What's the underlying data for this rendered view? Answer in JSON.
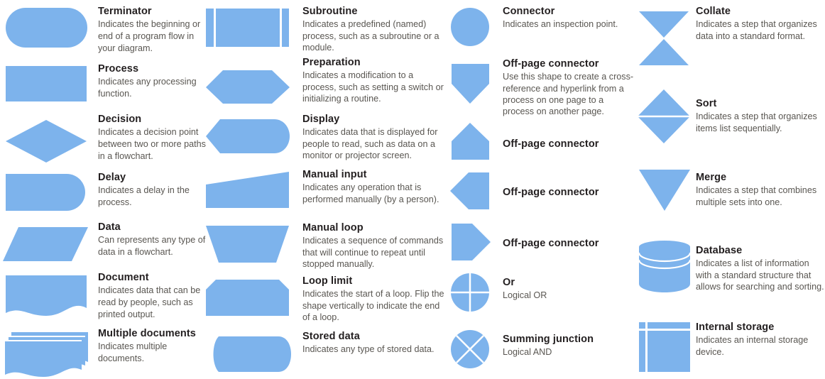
{
  "theme": {
    "shape_fill": "#7db3ec",
    "title_color": "#231f20",
    "description_color": "#595651",
    "background": "#ffffff"
  },
  "columns": [
    {
      "name": "column-1",
      "entries": [
        {
          "shape": "terminator",
          "title": "Terminator",
          "description": "Indicates the beginning or end of a program flow in your diagram."
        },
        {
          "shape": "process",
          "title": "Process",
          "description": "Indicates any processing function."
        },
        {
          "shape": "decision",
          "title": "Decision",
          "description": "Indicates a decision point between two or more paths in a flowchart."
        },
        {
          "shape": "delay",
          "title": "Delay",
          "description": "Indicates a delay in the process."
        },
        {
          "shape": "data",
          "title": "Data",
          "description": "Can represents any type of data in a flowchart."
        },
        {
          "shape": "document",
          "title": "Document",
          "description": "Indicates data that can be read by people, such as printed output."
        },
        {
          "shape": "multiple-documents",
          "title": "Multiple documents",
          "description": "Indicates multiple documents."
        }
      ]
    },
    {
      "name": "column-2",
      "entries": [
        {
          "shape": "subroutine",
          "title": "Subroutine",
          "description": "Indicates a predefined (named) process, such as a subroutine or a module."
        },
        {
          "shape": "preparation",
          "title": "Preparation",
          "description": "Indicates a modification to a process, such as setting a switch or initializing a routine."
        },
        {
          "shape": "display",
          "title": "Display",
          "description": "Indicates data that is displayed for people to read, such as data on a monitor or projector screen."
        },
        {
          "shape": "manual-input",
          "title": "Manual input",
          "description": "Indicates any operation that is performed manually (by a person)."
        },
        {
          "shape": "manual-loop",
          "title": "Manual loop",
          "description": "Indicates a sequence of commands that will continue to repeat until stopped manually."
        },
        {
          "shape": "loop-limit",
          "title": "Loop limit",
          "description": "Indicates the start of a loop. Flip the shape vertically to indicate the end of a loop."
        },
        {
          "shape": "stored-data",
          "title": "Stored data",
          "description": "Indicates any type of stored data."
        }
      ]
    },
    {
      "name": "column-3",
      "entries": [
        {
          "shape": "connector",
          "title": "Connector",
          "description": "Indicates an inspection point."
        },
        {
          "shape": "off-page-connector-down",
          "title": "Off-page connector",
          "description": "Use this shape to create a cross-reference and hyperlink from a process on one page to a process on another page."
        },
        {
          "shape": "off-page-connector-up",
          "title": "Off-page connector",
          "description": ""
        },
        {
          "shape": "off-page-connector-left",
          "title": "Off-page connector",
          "description": ""
        },
        {
          "shape": "off-page-connector-right",
          "title": "Off-page connector",
          "description": ""
        },
        {
          "shape": "or",
          "title": "Or",
          "description": "Logical OR"
        },
        {
          "shape": "summing-junction",
          "title": "Summing junction",
          "description": "Logical AND"
        }
      ]
    },
    {
      "name": "column-4",
      "entries": [
        {
          "shape": "collate",
          "title": "Collate",
          "description": "Indicates a step that organizes data into a standard format."
        },
        {
          "shape": "sort",
          "title": "Sort",
          "description": "Indicates a step that organizes items list sequentially."
        },
        {
          "shape": "merge",
          "title": "Merge",
          "description": "Indicates a step that combines multiple sets into one."
        },
        {
          "shape": "database",
          "title": "Database",
          "description": "Indicates a list of information with a standard structure that allows for searching and sorting."
        },
        {
          "shape": "internal-storage",
          "title": "Internal storage",
          "description": "Indicates an internal storage device."
        }
      ]
    }
  ]
}
